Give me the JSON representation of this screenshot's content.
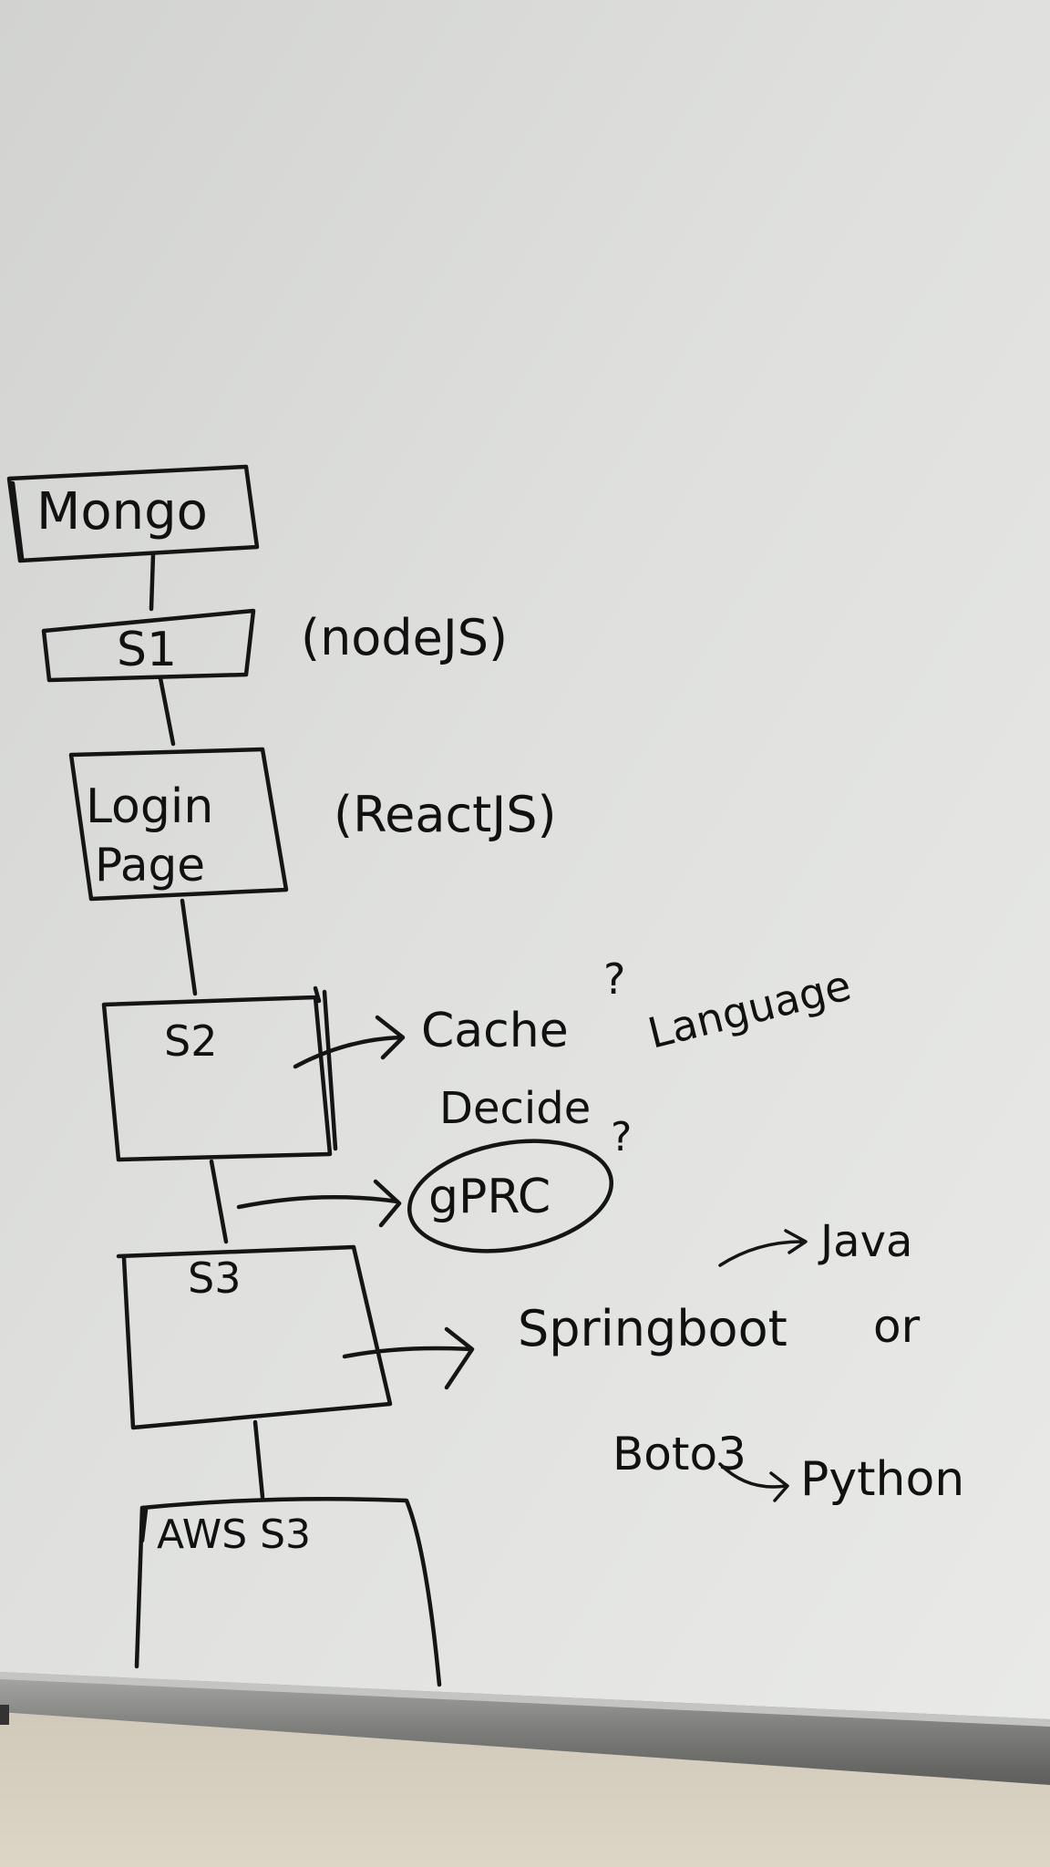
{
  "board": {
    "surface_color": "#e3e4e2",
    "ink_color": "#151515",
    "tray_color": "#8f8f8d",
    "floor_color": "#d8d1c2"
  },
  "nodes": {
    "mongo": "Mongo",
    "s1": "S1",
    "login_line1": "Login",
    "login_line2": "Page",
    "s2": "S2",
    "s3": "S3",
    "aws_s3": "AWS S3"
  },
  "annotations": {
    "s1_tech": "(nodeJS)",
    "login_tech": "(ReactJS)",
    "s2_cache": "Cache",
    "s2_cache_q": "?",
    "s2_decide": "Decide",
    "s2_language": "Language",
    "grpc": "gPRC",
    "grpc_q": "?",
    "springboot": "Springboot",
    "or": "or",
    "java": "Java",
    "boto3": "Boto3",
    "python": "Python"
  }
}
